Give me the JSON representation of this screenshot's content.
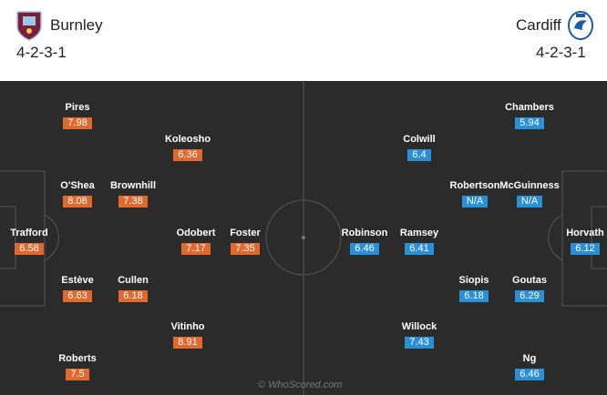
{
  "home": {
    "name": "Burnley",
    "formation": "4-2-3-1",
    "crest_icon": "burnley-crest-icon",
    "rating_color": "#e0692d",
    "players": [
      {
        "name": "Pires",
        "rating": "7.98"
      },
      {
        "name": "Koleosho",
        "rating": "6.36"
      },
      {
        "name": "O'Shea",
        "rating": "8.08"
      },
      {
        "name": "Brownhill",
        "rating": "7.38"
      },
      {
        "name": "Trafford",
        "rating": "6.58"
      },
      {
        "name": "Odobert",
        "rating": "7.17"
      },
      {
        "name": "Foster",
        "rating": "7.35"
      },
      {
        "name": "Estève",
        "rating": "6.63"
      },
      {
        "name": "Cullen",
        "rating": "6.18"
      },
      {
        "name": "Vitinho",
        "rating": "8.91"
      },
      {
        "name": "Roberts",
        "rating": "7.5"
      }
    ]
  },
  "away": {
    "name": "Cardiff",
    "formation": "4-2-3-1",
    "crest_icon": "cardiff-crest-icon",
    "rating_color": "#2b8fd6",
    "players": [
      {
        "name": "Chambers",
        "rating": "5.94"
      },
      {
        "name": "Colwill",
        "rating": "6.4"
      },
      {
        "name": "Robertson",
        "rating": "N/A"
      },
      {
        "name": "McGuinness",
        "rating": "N/A"
      },
      {
        "name": "Robinson",
        "rating": "6.46"
      },
      {
        "name": "Ramsey",
        "rating": "6.41"
      },
      {
        "name": "Horvath",
        "rating": "6.12"
      },
      {
        "name": "Siopis",
        "rating": "6.18"
      },
      {
        "name": "Goutas",
        "rating": "6.29"
      },
      {
        "name": "Willock",
        "rating": "7.43"
      },
      {
        "name": "Ng",
        "rating": "6.46"
      }
    ]
  },
  "watermark": "© WhoScored.com",
  "pitch_color": "#2b2b2b",
  "line_color": "#555555"
}
